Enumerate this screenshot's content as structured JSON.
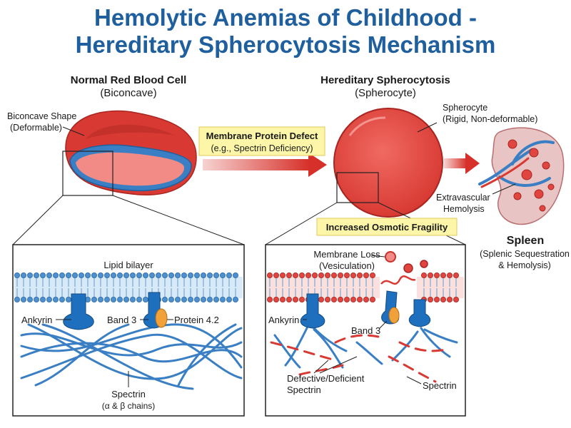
{
  "title": {
    "line1": "Hemolytic Anemias of Childhood -",
    "line2": "Hereditary Spherocytosis Mechanism"
  },
  "normal": {
    "heading": "Normal Red Blood Cell",
    "subheading": "(Biconcave)",
    "shape_label_1": "Biconcave Shape",
    "shape_label_2": "(Deformable)"
  },
  "defect": {
    "label_1": "Membrane Protein Defect",
    "label_2": "(e.g., Spectrin Deficiency)"
  },
  "hs": {
    "heading": "Hereditary Spherocytosis",
    "subheading": "(Spherocyte)",
    "spherocyte_label_1": "Spherocyte",
    "spherocyte_label_2": "(Rigid, Non-deformable)"
  },
  "fragility": "Increased Osmotic Fragility",
  "spleen": {
    "heading": "Spleen",
    "sub_1": "(Splenic Sequestration",
    "sub_2": "& Hemolysis)",
    "extravascular_1": "Extravascular",
    "extravascular_2": "Hemolysis"
  },
  "left_panel": {
    "lipid": "Lipid bilayer",
    "ankyrin": "Ankyrin",
    "band3": "Band 3",
    "protein42": "Protein 4.2",
    "spectrin": "Spectrin",
    "spectrin_sub": "(α & β chains)"
  },
  "right_panel": {
    "membrane_loss_1": "Membrane Loss",
    "membrane_loss_2": "(Vesiculation)",
    "ankyrin": "Ankyrin",
    "band3": "Band 3",
    "defective_1": "Defective/Deficient",
    "defective_2": "Spectrin",
    "spectrin": "Spectrin"
  },
  "colors": {
    "title": "#1f5f9e",
    "rbc": "#e0463f",
    "membrane_blue": "#3a7fc4",
    "highlight_box": "#fdf6a8"
  }
}
